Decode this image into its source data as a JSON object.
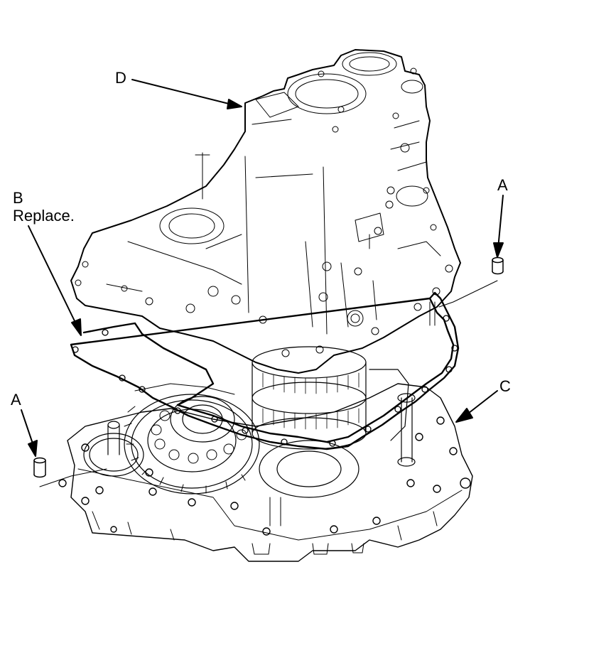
{
  "labels": {
    "d": "D",
    "b": "B",
    "b_note": "Replace.",
    "a_right": "A",
    "a_left": "A",
    "c": "C"
  }
}
